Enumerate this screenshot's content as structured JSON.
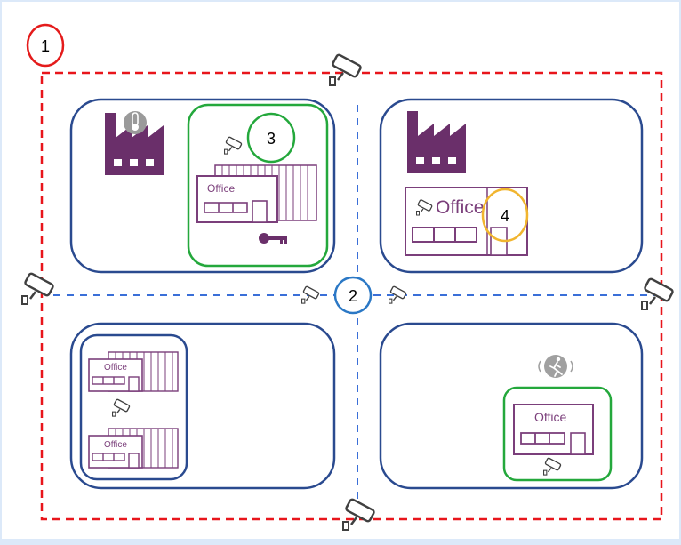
{
  "diagram": {
    "colors": {
      "background": "#dce9f9",
      "canvas": "#ffffff",
      "perimeter": "#e8151b",
      "zone_border": "#2a4a8f",
      "divider": "#3a6fd8",
      "secure_area": "#24a83c",
      "factory": "#6a2f6a",
      "office_building": "#7b3f7b",
      "camera": "#404040",
      "marker_1": "#e41b1b",
      "marker_2": "#2b78c5",
      "marker_3": "#24a83c",
      "marker_4": "#f1b52f"
    },
    "markers": {
      "m1": "1",
      "m2": "2",
      "m3": "3",
      "m4": "4"
    },
    "office_label": "Office",
    "icons": [
      "factory-icon",
      "thermometer-icon",
      "key-icon",
      "emergency-exit-icon",
      "security-camera-icon",
      "office-building-icon"
    ]
  }
}
